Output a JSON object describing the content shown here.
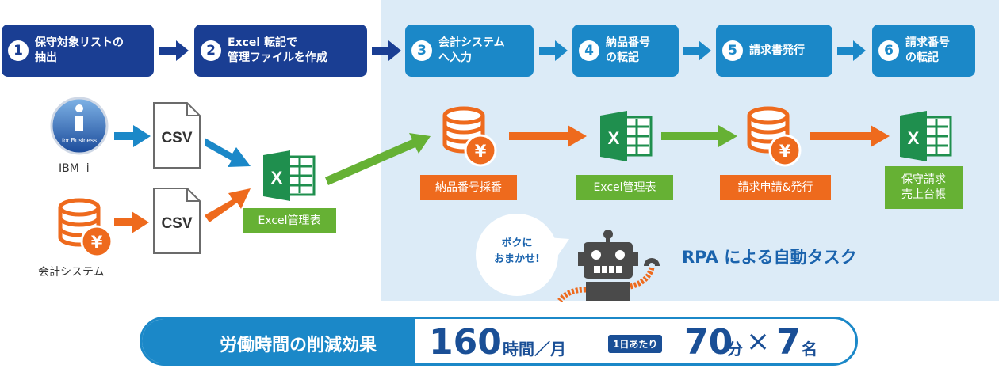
{
  "steps": [
    {
      "num": "1",
      "text": "保守対象リストの\n抽出"
    },
    {
      "num": "2",
      "text": "Excel 転記で\n管理ファイルを作成"
    },
    {
      "num": "3",
      "text": "会計システム\nへ入力"
    },
    {
      "num": "4",
      "text": "納品番号\nの転記"
    },
    {
      "num": "5",
      "text": "請求書発行"
    },
    {
      "num": "6",
      "text": "請求番号\nの転記"
    }
  ],
  "left": {
    "ibm_logo_text": "for Business",
    "ibm_caption": "IBM  i",
    "csv1": "CSV",
    "csv2": "CSV",
    "accounting_caption": "会計システム",
    "excel_label": "Excel管理表",
    "yen": "¥",
    "excel_x": "X"
  },
  "rpa": {
    "flow": [
      {
        "label": "納品番号採番"
      },
      {
        "label": "Excel管理表"
      },
      {
        "label": "請求申請&発行"
      },
      {
        "label": "保守請求\n売上台帳"
      }
    ],
    "bubble": "ボクに\nおまかせ!",
    "title": "RPA による自動タスク"
  },
  "banner": {
    "label": "労働時間の削減効果",
    "hours": "160",
    "hours_unit": "時間／月",
    "per_day": "1日あたり",
    "minutes": "70",
    "minutes_unit": "分",
    "times": "×",
    "people": "7",
    "people_unit": "名"
  },
  "colors": {
    "dark_blue": "#1a3e93",
    "blue": "#1b88c8",
    "orange": "#ee6a1d",
    "green": "#66b134",
    "excel_green": "#1f8f4e",
    "rpa_bg": "#dcebf7"
  }
}
